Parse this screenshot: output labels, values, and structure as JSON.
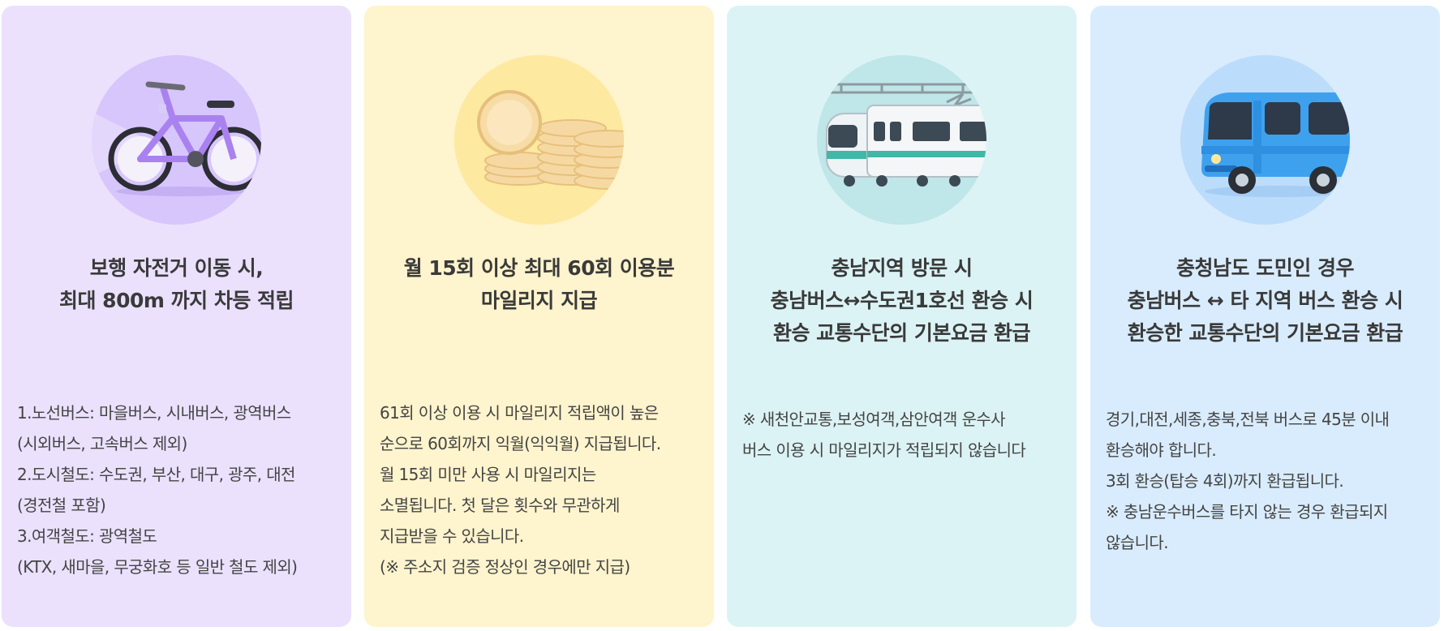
{
  "cards": [
    {
      "icon": "bicycle-icon",
      "title_lines": [
        "보행 자전거 이동 시,",
        "최대 800m 까지 차등 적립"
      ],
      "desc_lines": [
        "1.노선버스: 마을버스, 시내버스, 광역버스",
        "(시외버스, 고속버스 제외)",
        "2.도시철도: 수도권, 부산, 대구, 광주, 대전",
        "(경전철 포함)",
        "3.여객철도: 광역철도",
        "(KTX, 새마을, 무궁화호 등 일반 철도 제외)"
      ],
      "background": "#ebe1fd"
    },
    {
      "icon": "coins-icon",
      "title_lines": [
        "월 15회 이상 최대 60회 이용분",
        "마일리지 지급"
      ],
      "desc_lines": [
        "61회 이상 이용 시 마일리지 적립액이 높은",
        "순으로 60회까지 익월(익익월) 지급됩니다.",
        "월 15회 미만 사용 시 마일리지는",
        "소멸됩니다. 첫 달은 횟수와 무관하게",
        "지급받을 수 있습니다.",
        "(※ 주소지 검증 정상인 경우에만 지급)"
      ],
      "background": "#fef4cd"
    },
    {
      "icon": "train-icon",
      "title_lines": [
        "충남지역 방문 시",
        "충남버스↔수도권1호선 환승 시",
        "환승 교통수단의 기본요금 환급"
      ],
      "desc_lines": [
        "※ 새천안교통,보성여객,삼안여객 운수사",
        "버스 이용 시 마일리지가 적립되지 않습니다"
      ],
      "background": "#dcf3f5"
    },
    {
      "icon": "bus-icon",
      "title_lines": [
        "충청남도 도민인 경우",
        "충남버스 ↔ 타 지역 버스 환승 시",
        "환승한 교통수단의 기본요금 환급"
      ],
      "desc_lines": [
        "경기,대전,세종,충북,전북 버스로 45분 이내",
        "환승해야 합니다.",
        "3회 환승(탑승 4회)까지 환급됩니다.",
        "※ 충남운수버스를 타지 않는 경우 환급되지",
        "않습니다."
      ],
      "background": "#d9ecfd"
    }
  ]
}
